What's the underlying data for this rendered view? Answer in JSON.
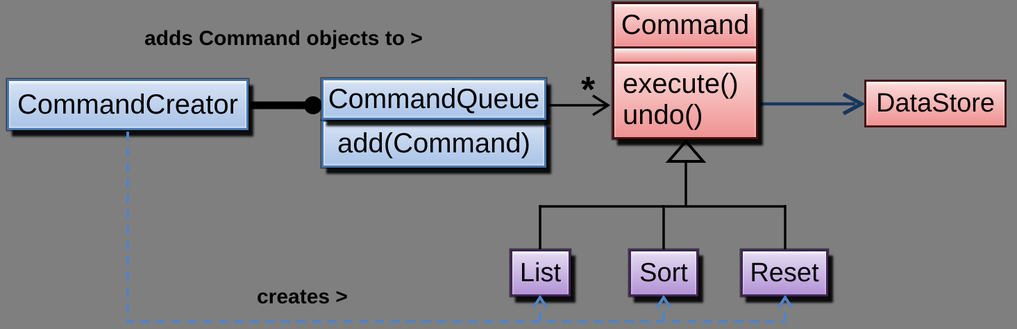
{
  "diagram": {
    "type": "uml-class-diagram",
    "annotations": {
      "adds_label": "adds Command objects to >",
      "creates_label": "creates >",
      "multiplicity": "*"
    },
    "nodes": {
      "command_creator": {
        "title": "CommandCreator"
      },
      "command_queue": {
        "title": "CommandQueue",
        "method": "add(Command)"
      },
      "command": {
        "title": "Command",
        "methods": [
          "execute()",
          "undo()"
        ]
      },
      "datastore": {
        "title": "DataStore"
      },
      "subclasses": [
        {
          "title": "List"
        },
        {
          "title": "Sort"
        },
        {
          "title": "Reset"
        }
      ]
    },
    "edges": [
      {
        "from": "CommandCreator",
        "to": "CommandQueue",
        "label": "adds Command objects to >",
        "style": "thick-solid-black",
        "arrowhead": "oval"
      },
      {
        "from": "CommandQueue",
        "to": "Command",
        "label": "*",
        "style": "thin-solid-black",
        "arrowhead": "open"
      },
      {
        "from": "Command",
        "to": "DataStore",
        "style": "thin-solid-navy",
        "arrowhead": "open"
      },
      {
        "from": "List",
        "to": "Command",
        "style": "solid-black",
        "arrowhead": "hollow-triangle"
      },
      {
        "from": "Sort",
        "to": "Command",
        "style": "solid-black",
        "arrowhead": "hollow-triangle"
      },
      {
        "from": "Reset",
        "to": "Command",
        "style": "solid-black",
        "arrowhead": "hollow-triangle"
      },
      {
        "from": "CommandCreator",
        "to": "List, Sort, Reset",
        "label": "creates >",
        "style": "dashed-blue",
        "arrowhead": "open"
      }
    ],
    "colors": {
      "background": "#7f7f7f",
      "blue_fill_top": "#d6e2f4",
      "blue_fill_bottom": "#a9c3e7",
      "blue_border": "#4575ad",
      "red_fill_top": "#fcdada",
      "red_fill_bottom": "#ef9292",
      "red_border": "#451010",
      "purple_fill_top": "#e4dcf2",
      "purple_fill_bottom": "#b393d6",
      "purple_border": "#3f2455",
      "edge_black": "#000000",
      "edge_navy": "#17375d",
      "edge_dashed_blue": "#5282c4",
      "text": "#000000"
    }
  }
}
